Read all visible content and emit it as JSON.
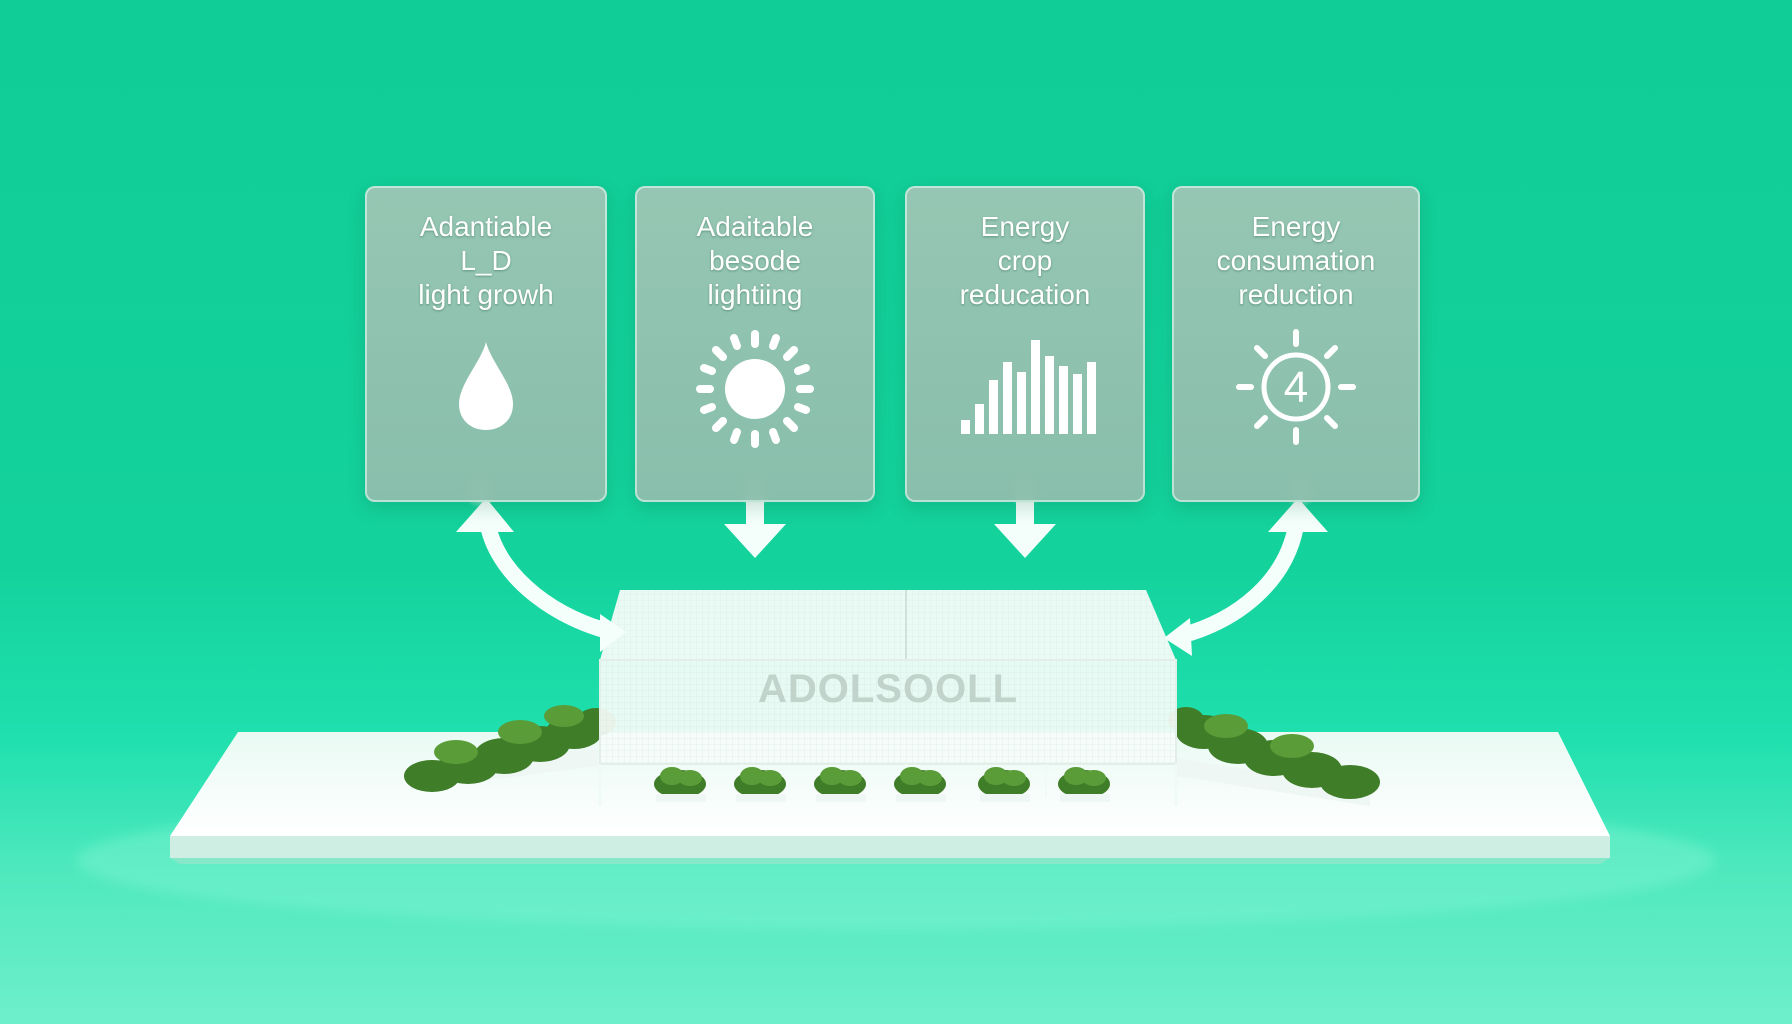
{
  "panels": [
    {
      "lines": [
        "Adantiable",
        "L_D",
        "light growh"
      ],
      "icon": "water-drop-icon"
    },
    {
      "lines": [
        "Adaitable",
        "besode",
        "lightiing"
      ],
      "icon": "sun-icon"
    },
    {
      "lines": [
        "Energy",
        "crop",
        "reducation"
      ],
      "icon": "bar-chart-icon"
    },
    {
      "lines": [
        "Energy",
        "consumation",
        "reduction"
      ],
      "icon": "sun-number-icon",
      "icon_text": "4"
    }
  ],
  "greenhouse": {
    "label": "ADOLSOOLL"
  },
  "colors": {
    "background": "#14d29c",
    "panel": "#92c2b0",
    "arrow": "#f4fffb",
    "platform": "#f2fbf7",
    "plants": "#3f7d28"
  }
}
